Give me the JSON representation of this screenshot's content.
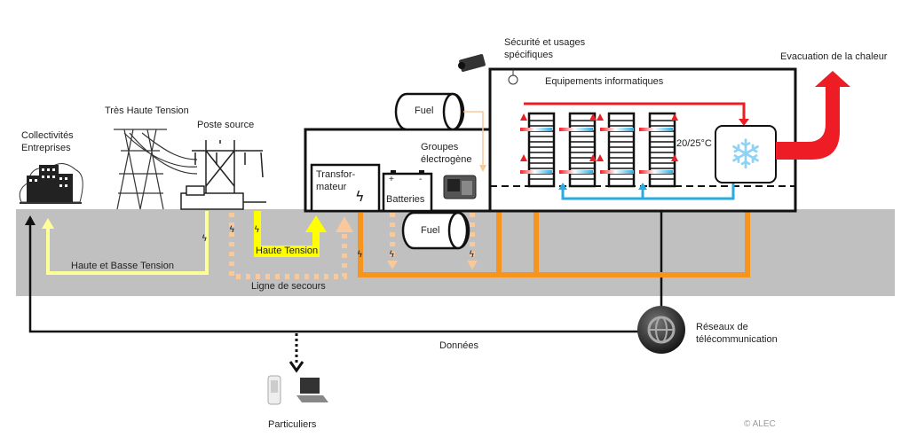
{
  "labels": {
    "collectivites": [
      "Collectivités",
      "Entreprises"
    ],
    "tres_haute_tension": "Très Haute Tension",
    "poste_source": "Poste source",
    "haute_basse_tension": "Haute et Basse Tension",
    "haute_tension": "Haute Tension",
    "ligne_secours": "Ligne de secours",
    "transformateur": [
      "Transfor-",
      "mateur"
    ],
    "batteries": "Batteries",
    "battery_plus": "+",
    "battery_minus": "-",
    "fuel_top": "Fuel",
    "fuel_bottom": "Fuel",
    "groupes": [
      "Groupes",
      "électrogène"
    ],
    "securite": [
      "Sécurité et usages",
      "spécifiques"
    ],
    "equipements": "Equipements informatiques",
    "temperature": "20/25°C",
    "evacuation": "Evacuation de la chaleur",
    "donnees": "Données",
    "reseaux": [
      "Réseaux de",
      "télécommunication"
    ],
    "particuliers": "Particuliers",
    "copyright": "© ALEC"
  },
  "colors": {
    "ground": "#c0c0c0",
    "high_low_voltage": "#ffff99",
    "high_voltage": "#ffff00",
    "backup": "#f9c89b",
    "power": "#f7941d",
    "hot_air": "#ee1c24",
    "cold_air": "#29abe2",
    "snowflake": "#8fd3f4"
  }
}
